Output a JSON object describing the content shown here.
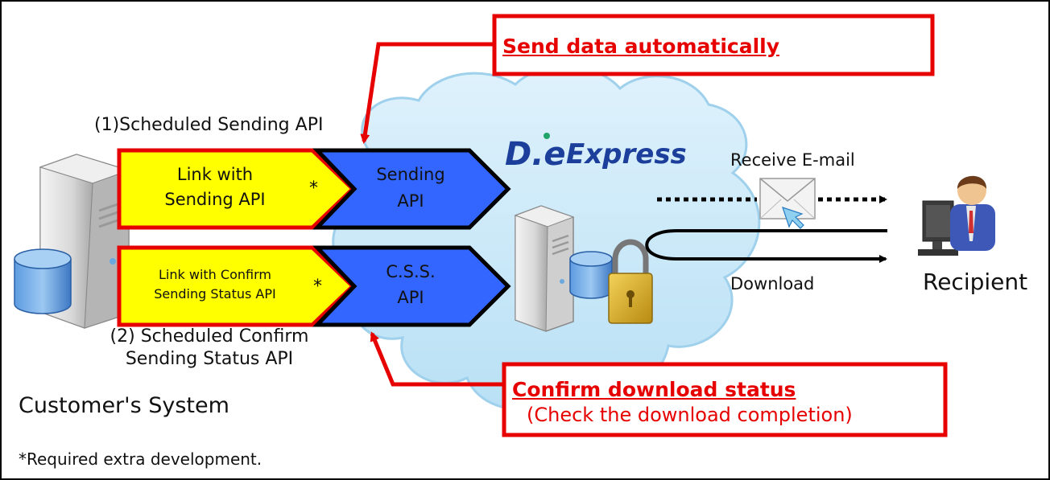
{
  "callouts": {
    "send_auto": "Send data automatically",
    "confirm_title": "Confirm download status",
    "confirm_sub": "(Check the download completion)"
  },
  "labels": {
    "scheduled_sending": "(1)Scheduled Sending API",
    "scheduled_confirm_line1": "(2) Scheduled Confirm",
    "scheduled_confirm_line2": "Sending Status API",
    "customer_system": "Customer's System",
    "required_note": "*Required extra development.",
    "receive_email": "Receive E-mail",
    "download": "Download",
    "recipient": "Recipient"
  },
  "yellow_arrows": {
    "link_sending_line1": "Link with",
    "link_sending_line2": "Sending API",
    "link_confirm_line1": "Link with Confirm",
    "link_confirm_line2": "Sending Status API",
    "asterisk": "*"
  },
  "blue_arrows": {
    "sending_line1": "Sending",
    "sending_line2": "API",
    "css_line1": "C.S.S.",
    "css_line2": "API"
  },
  "logo": {
    "mark": "D.e",
    "word": "Express"
  },
  "icons": {
    "server_customer": "server-icon",
    "database_customer": "database-icon",
    "server_cloud": "server-icon",
    "database_cloud": "database-icon",
    "padlock": "padlock-icon",
    "email": "envelope-icon",
    "recipient": "person-computer-icon"
  },
  "colors": {
    "callout_red": "#e60000",
    "yellow_fill": "#ffff00",
    "blue_fill": "#3366ff",
    "cloud_fill": "#c9e8f8",
    "logo_blue": "#1c3f9c"
  }
}
